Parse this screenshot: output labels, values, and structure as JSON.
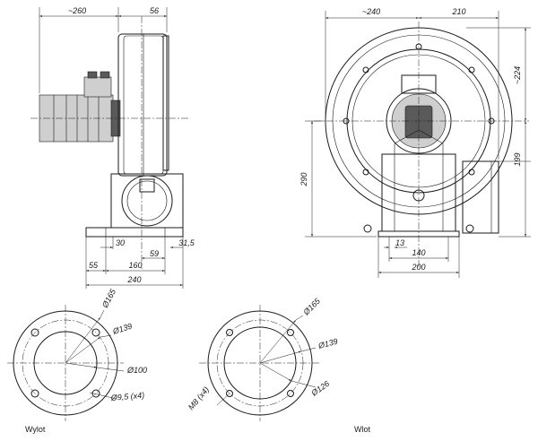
{
  "side_view": {
    "dims": {
      "overall_left": "~260",
      "overall_right": "56",
      "foot_slot": "30",
      "foot_edge": "31,5",
      "foot_offset": "55",
      "foot_span": "160",
      "foot_half": "59",
      "foot_total": "240"
    }
  },
  "front_view": {
    "dims": {
      "width_left": "~240",
      "width_right": "210",
      "upper_height": "~224",
      "outlet_height": "199",
      "total_height": "290",
      "slot": "13",
      "base_span": "140",
      "base_total": "200"
    }
  },
  "outlet_flange": {
    "label": "Wylot",
    "dims": {
      "d_outer": "Ø165",
      "d_bolt": "Ø139",
      "d_inner": "Ø100",
      "d_hole": "Ø9,5 (x4)"
    }
  },
  "inlet_flange": {
    "label": "Wlot",
    "dims": {
      "d_outer": "Ø165",
      "d_bolt": "Ø139",
      "d_inner": "Ø126",
      "thread": "M8 (x4)"
    }
  }
}
